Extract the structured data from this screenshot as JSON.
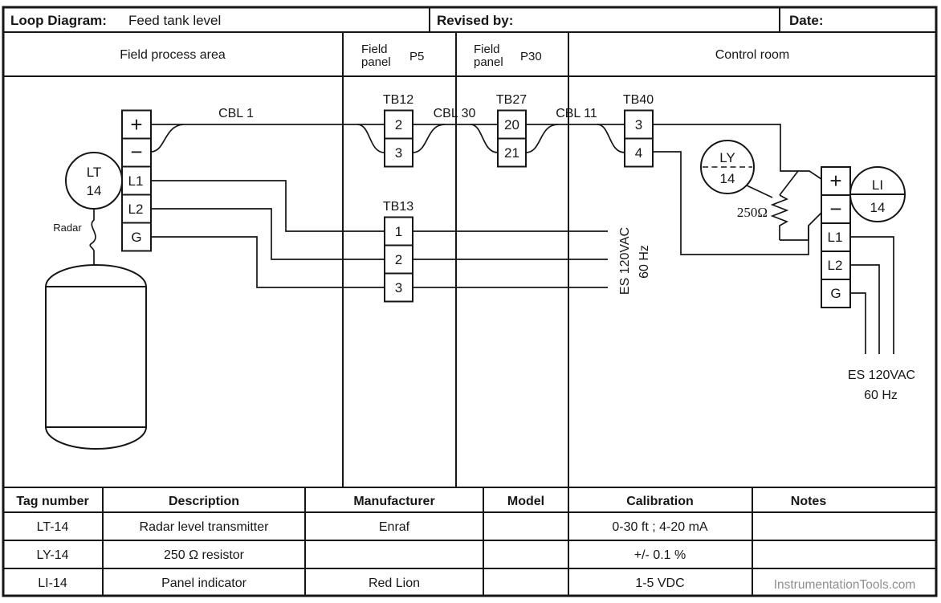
{
  "colors": {
    "ink": "#161616",
    "background": "#ffffff",
    "watermark": "#8f8f8f"
  },
  "title_block": {
    "label": "Loop Diagram:",
    "value": "Feed tank level",
    "revised_by": "Revised by:",
    "date": "Date:"
  },
  "area_header": {
    "field_process": "Field process area",
    "panel_line1": "Field",
    "panel_line2": "panel",
    "p5": "P5",
    "p30": "P30",
    "control_room": "Control room"
  },
  "diagram": {
    "transmitter": {
      "tag_line1": "LT",
      "tag_line2": "14",
      "type_label": "Radar"
    },
    "lt_terminals": [
      "+",
      "−",
      "L1",
      "L2",
      "G"
    ],
    "cables": {
      "cbl1": "CBL 1",
      "cbl30": "CBL 30",
      "cbl11": "CBL 11"
    },
    "tb12": {
      "label": "TB12",
      "terminals": [
        "2",
        "3"
      ]
    },
    "tb13": {
      "label": "TB13",
      "terminals": [
        "1",
        "2",
        "3"
      ]
    },
    "tb27": {
      "label": "TB27",
      "terminals": [
        "20",
        "21"
      ]
    },
    "tb40": {
      "label": "TB40",
      "terminals": [
        "3",
        "4"
      ]
    },
    "es_field": {
      "line1": "ES 120VAC",
      "line2": "60 Hz"
    },
    "relay": {
      "tag_line1": "LY",
      "tag_line2": "14"
    },
    "resistor_value": "250Ω",
    "indicator": {
      "tag_line1": "LI",
      "tag_line2": "14"
    },
    "li_terminals": [
      "+",
      "−",
      "L1",
      "L2",
      "G"
    ],
    "es_panel": {
      "line1": "ES 120VAC",
      "line2": "60 Hz"
    }
  },
  "spec_table": {
    "headers": [
      "Tag number",
      "Description",
      "Manufacturer",
      "Model",
      "Calibration",
      "Notes"
    ],
    "rows": [
      [
        "LT-14",
        "Radar level transmitter",
        "Enraf",
        "",
        "0-30 ft ; 4-20 mA",
        ""
      ],
      [
        "LY-14",
        "250 Ω resistor",
        "",
        "",
        "+/- 0.1 %",
        ""
      ],
      [
        "LI-14",
        "Panel indicator",
        "Red Lion",
        "",
        "1-5 VDC",
        ""
      ]
    ],
    "watermark": "InstrumentationTools.com"
  }
}
